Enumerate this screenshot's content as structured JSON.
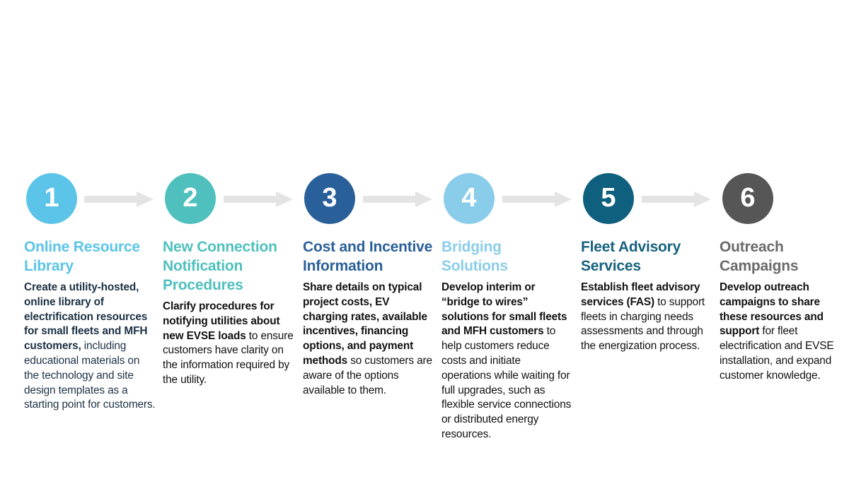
{
  "figure": {
    "type": "process-flow",
    "orientation": "horizontal",
    "step_count": 6,
    "connector": "arrow-right-icon",
    "connector_color": "#E4E4E4",
    "background": "#FFFFFF"
  },
  "steps": [
    {
      "number": "1",
      "circle_color": "#5BC4E8",
      "title": "Online Resource Library",
      "title_color": "#5BC4E8",
      "body_color": "#1C3144",
      "body_lead": "Create a utility-hosted, online library of electrification resources for small fleets and MFH customers,",
      "body_rest": " including educational materials on the technology and site design templates as a starting point for customers."
    },
    {
      "number": "2",
      "circle_color": "#4FC0BD",
      "title": "New Connection Notification Procedures",
      "title_color": "#4FC0BD",
      "body_color": "#111111",
      "body_lead": "Clarify procedures for notifying utilities about new EVSE  loads",
      "body_rest": " to ensure customers have clarity on the information required by the utility."
    },
    {
      "number": "3",
      "circle_color": "#2A6099",
      "title": "Cost and Incentive Information",
      "title_color": "#2A6099",
      "body_color": "#111111",
      "body_lead": "Share details on typical project costs, EV charging rates, available incentives, financing options, and payment methods",
      "body_rest": " so customers are aware of the options available to them."
    },
    {
      "number": "4",
      "circle_color": "#8ACDEB",
      "title": "Bridging Solutions",
      "title_color": "#8ACDEB",
      "body_color": "#111111",
      "body_lead": "Develop interim or “bridge to wires” solutions for small fleets and MFH customers",
      "body_rest": " to help customers reduce costs and initiate operations while waiting for full upgrades, such as flexible service connections or distributed energy resources."
    },
    {
      "number": "5",
      "circle_color": "#0F607E",
      "title": "Fleet Advisory Services",
      "title_color": "#17627F",
      "body_color": "#111111",
      "body_lead": "Establish fleet advisory services (FAS)",
      "body_rest": " to support fleets in charging needs assessments and through the energization process."
    },
    {
      "number": "6",
      "circle_color": "#565656",
      "title": "Outreach Campaigns",
      "title_color": "#6A6A6A",
      "body_color": "#111111",
      "body_lead": "Develop outreach campaigns to share these resources and support",
      "body_rest": " for fleet electrification and EVSE installation, and expand customer knowledge."
    }
  ]
}
